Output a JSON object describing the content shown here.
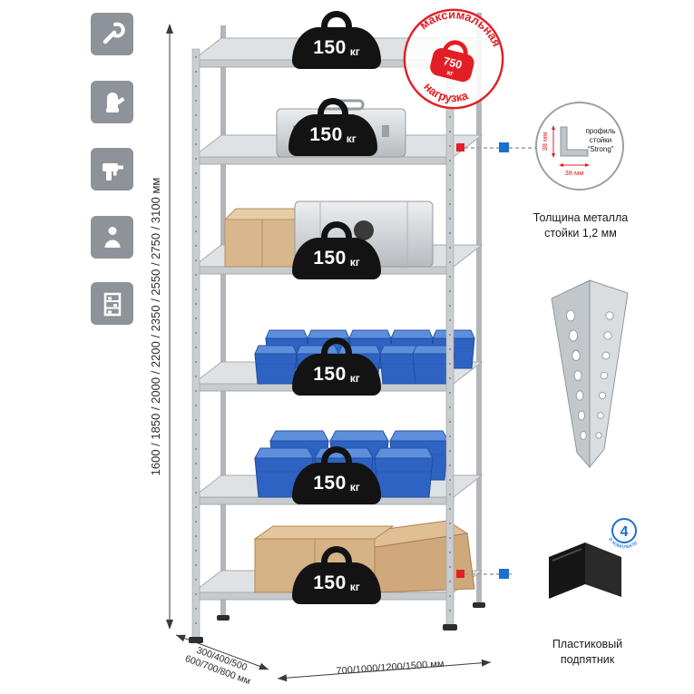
{
  "sidebar": {
    "icons": [
      {
        "name": "wrench-icon"
      },
      {
        "name": "gloves-icon"
      },
      {
        "name": "drill-icon"
      },
      {
        "name": "person-icon"
      },
      {
        "name": "rack-icon"
      }
    ]
  },
  "dimensions": {
    "height_label": "1600 / 1850 / 2000 / 2200 / 2350 / 2550 / 2750 / 3100 мм",
    "depth_label_line1": "300/400/500",
    "depth_label_line2": "600/700/800 мм",
    "width_label": "700/1000/1200/1500 мм"
  },
  "badges": [
    {
      "value": "150",
      "unit": "кг"
    },
    {
      "value": "150",
      "unit": "кг"
    },
    {
      "value": "150",
      "unit": "кг"
    },
    {
      "value": "150",
      "unit": "кг"
    },
    {
      "value": "150",
      "unit": "кг"
    },
    {
      "value": "150",
      "unit": "кг"
    }
  ],
  "stamp": {
    "arc_top": "максимальная",
    "arc_bottom": "нагрузка",
    "value": "750",
    "unit": "кг"
  },
  "profile_callout": {
    "label_line1": "профиль",
    "label_line2": "стойки",
    "label_line3": "“Strong”",
    "dim_side": "38 мм",
    "dim_bottom": "38 мм",
    "caption_line1": "Толщина металла",
    "caption_line2": "стойки 1,2 мм"
  },
  "foot": {
    "badge_value": "4",
    "badge_arc_text": "в комплекте",
    "caption_line1": "Пластиковый",
    "caption_line2": "подпятник"
  },
  "colors": {
    "accent_red": "#e31e24",
    "accent_blue": "#1c6fd2",
    "tile_gray": "#8d9399"
  }
}
